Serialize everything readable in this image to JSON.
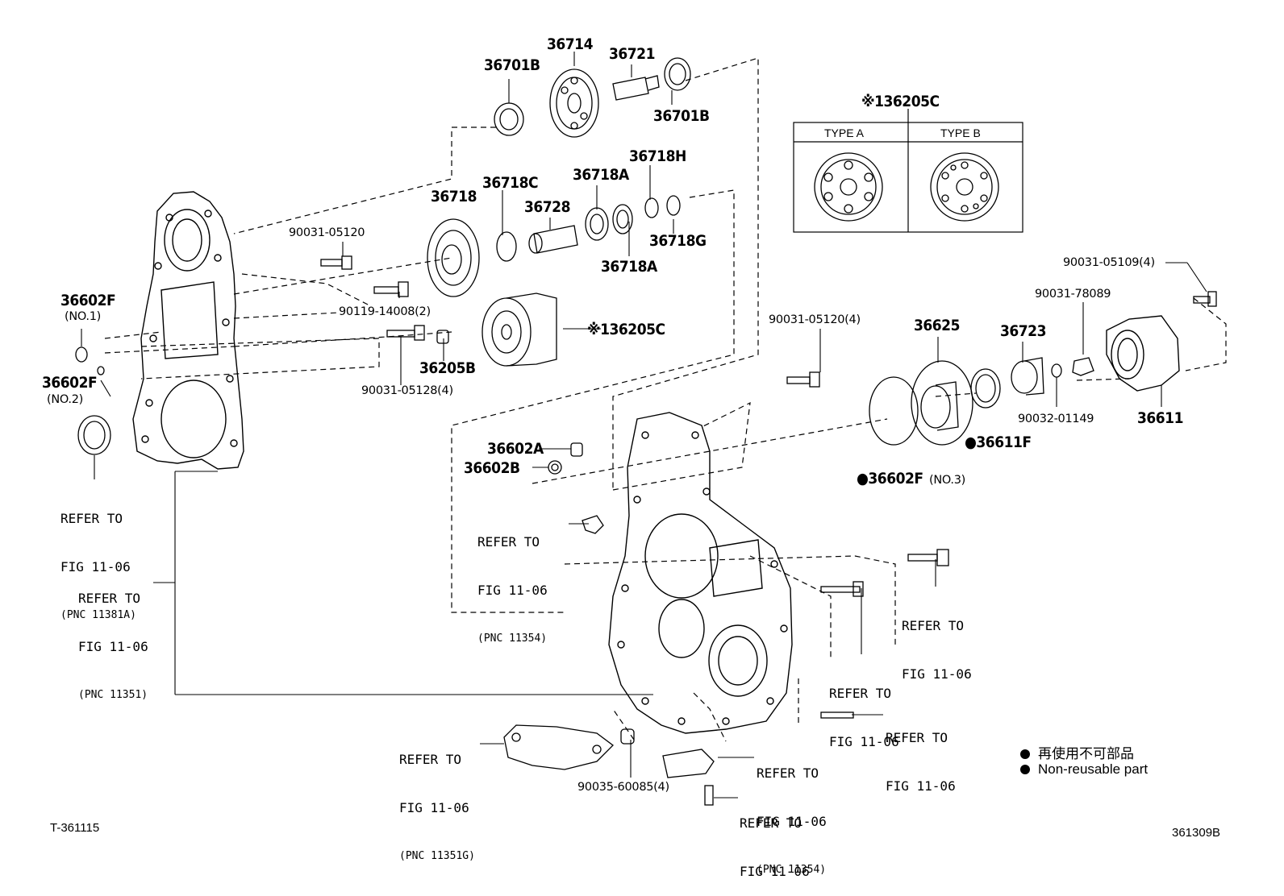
{
  "parts": {
    "p36701b_top": "36701B",
    "p36714": "36714",
    "p36721": "36721",
    "p36701b_right": "36701B",
    "p36718": "36718",
    "p36718c": "36718C",
    "p36728": "36728",
    "p36718a_top": "36718A",
    "p36718h": "36718H",
    "p36718g": "36718G",
    "p36718a_bottom": "36718A",
    "b90031_05120": "90031-05120",
    "b90119_14008": "90119-14008(2)",
    "p36602f_no1": "36602F",
    "p36602f_no1_sub": "(NO.1)",
    "p36602f_no2": "36602F",
    "p36602f_no2_sub": "(NO.2)",
    "p136205c_main": "※136205C",
    "p36205b": "36205B",
    "b90031_05128": "90031-05128(4)",
    "b90031_05120_4": "90031-05120(4)",
    "p36625": "36625",
    "p36723": "36723",
    "b90031_78089": "90031-78089",
    "b90031_05109": "90031-05109(4)",
    "b90032_01149": "90032-01149",
    "p36611": "36611",
    "p36611f": "●36611F",
    "p36602f_no3": "●36602F",
    "p36602f_no3_sub": "(NO.3)",
    "p36602a": "36602A",
    "p36602b": "36602B",
    "b90035_60085": "90035-60085(4)"
  },
  "refs": {
    "r1": [
      "REFER TO",
      "FIG 11-06",
      "(PNC 11381A)"
    ],
    "r2": [
      "REFER TO",
      "FIG 11-06",
      "(PNC 11351)"
    ],
    "r3": [
      "REFER TO",
      "FIG 11-06",
      "(PNC 11354)"
    ],
    "r4": [
      "REFER TO",
      "FIG 11-06"
    ],
    "r5": [
      "REFER TO",
      "FIG 11-06"
    ],
    "r6": [
      "REFER TO",
      "FIG 11-06"
    ],
    "r7": [
      "REFER TO",
      "FIG 11-06",
      "(PNC 11351G)"
    ],
    "r8": [
      "REFER TO",
      "FIG 11-06",
      "(PNC 11354)"
    ],
    "r9": [
      "REFER TO",
      "FIG 11-06"
    ]
  },
  "type_table": {
    "title": "※136205C",
    "col_a": "TYPE A",
    "col_b": "TYPE B"
  },
  "legend": {
    "line1": "再使用不可部品",
    "line2": "Non-reusable part"
  },
  "codes": {
    "left": "T-361115",
    "right": "361309B"
  },
  "icons": {
    "bullet": "filled-circle"
  }
}
